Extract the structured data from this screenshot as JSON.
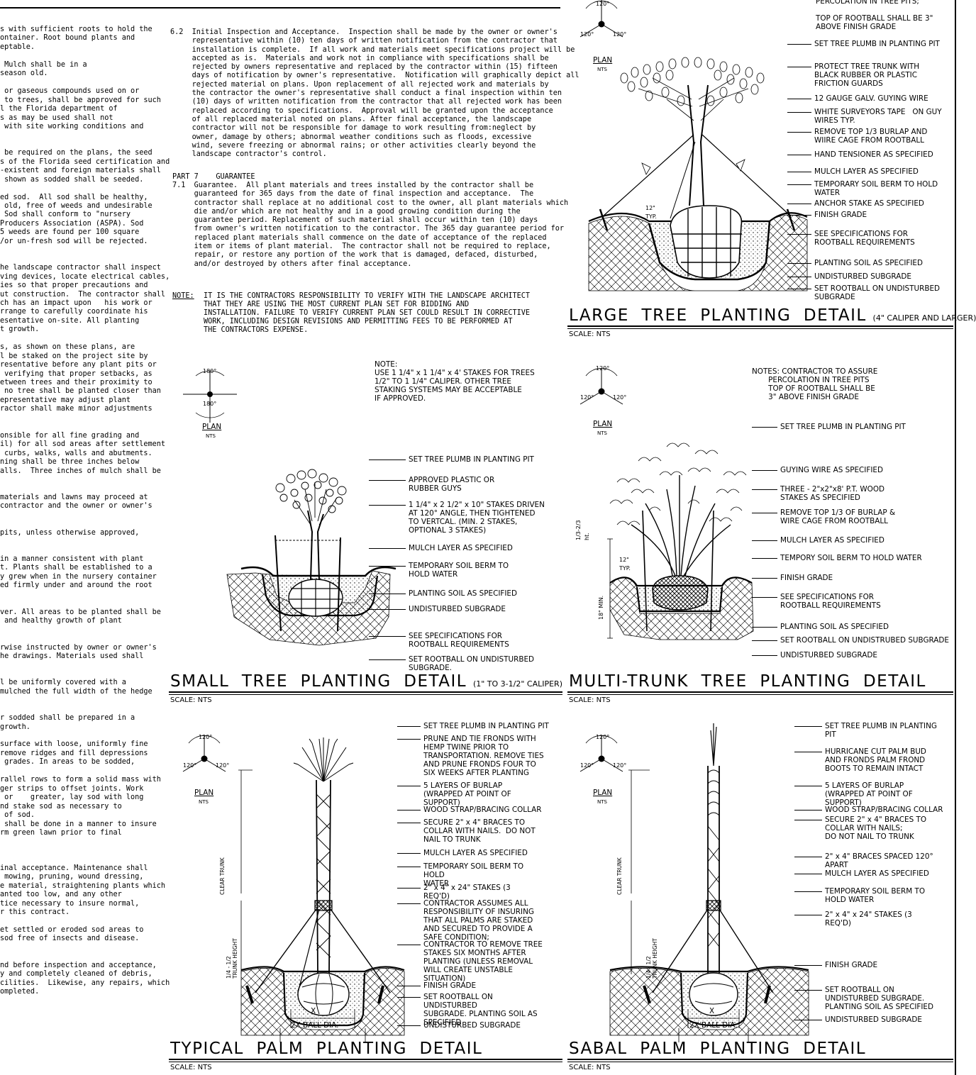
{
  "left_column": {
    "lines": [
      "s with sufficient roots to hold the",
      "ontainer. Root bound plants and",
      "eptable.",
      "",
      " Mulch shall be in a",
      "season old.",
      "",
      " or gaseous compounds used on or",
      " to trees, shall be approved for such",
      "l the Florida department of",
      "s as may be used shall not",
      " with site working conditions and",
      "",
      "",
      " be required on the plans, the seed",
      "s of the Florida seed certification and",
      "-existent and foreign materials shall",
      " shown as sodded shall be seeded.",
      "",
      "ed sod.  All sod shall be healthy,",
      " old, free of weeds and undesirable",
      " Sod shall conform to \"nursery",
      "Producers Association (ASPA). Sod",
      "5 weeds are found per 100 square",
      "/or un-fresh sod will be rejected.",
      "",
      "",
      "he landscape contractor shall inspect",
      "ving devices, locate electrical cables,",
      "ies so that proper precautions and",
      "ut construction.  The contractor shall",
      "ch has an impact upon   his work or",
      "rrange to carefully coordinate his",
      "esentative on-site. All planting",
      "t growth.",
      "",
      "s, as shown on these plans, are",
      "l be staked on the project site by",
      "resentative before any plant pits or",
      " verifying that proper setbacks, as",
      "etween trees and their proximity to",
      " no tree shall be planted closer than",
      "epresentative may adjust plant",
      "ractor shall make minor adjustments",
      "",
      "",
      "onsible for all fine grading and",
      "il) for all sod areas after settlement",
      " curbs, walks, walls and abutments.",
      "ning shall be three inches below",
      "alls.  Three inches of mulch shall be",
      "",
      "",
      "materials and lawns may proceed at",
      "contractor and the owner or owner's",
      "",
      "",
      "pits, unless otherwise approved,",
      "",
      "",
      "in a manner consistent with plant",
      "t. Plants shall be established to a",
      "y grew when in the nursery container",
      "ed firmly under and around the root",
      "",
      "",
      "ver. All areas to be planted shall be",
      " and healthy growth of plant",
      "",
      "",
      "rwise instructed by owner or owner's",
      "he drawings. Materials used shall",
      "",
      "",
      "l be uniformly covered with a",
      "mulched the full width of the hedge",
      "",
      "",
      "r sodded shall be prepared in a",
      "growth.",
      "",
      "surface with loose, uniformly fine",
      "remove ridges and fill depressions",
      " grades. In areas to be sodded,",
      "",
      "rallel rows to form a solid mass with",
      "ger strips to offset joints. Work",
      " or    greater, lay sod with long",
      "nd stake sod as necessary to",
      " of sod.",
      " shall be done in a manner to insure",
      "rm green lawn prior to final",
      "",
      "",
      "",
      "inal acceptance. Maintenance shall",
      " mowing, pruning, wound dressing,",
      "e material, straightening plants which",
      "anted too low, and any other",
      "tice necessary to insure normal,",
      "r this contract.",
      "",
      "et settled or eroded sod areas to",
      "sod free of insects and disease.",
      "",
      "",
      "nd before inspection and acceptance,",
      "y and completely cleaned of debris,",
      "cilities.  Likewise, any repairs, which",
      "ompleted."
    ]
  },
  "spec_text": {
    "para_6_2": [
      "6.2  Initial Inspection and Acceptance.  Inspection shall be made by the owner or owner's",
      "     representative within (10) ten days of written notification from the contractor that",
      "     installation is complete.  If all work and materials meet specifications project will be",
      "     accepted as is.  Materials and work not in compliance with specifications shall be",
      "     rejected by owners representative and replaced by the contractor within (15) fifteen",
      "     days of notification by owner's representative.  Notification will graphically depict all",
      "     rejected material on plans. Upon replacement of all rejected work and materials by",
      "     the contractor the owner's representative shall conduct a final inspection within ten",
      "     (10) days of written notification from the contractor that all rejected work has been",
      "     replaced according to specifications.  Approval will be granted upon the acceptance",
      "     of all replaced material noted on plans. After final acceptance, the landscape",
      "     contractor will not be responsible for damage to work resulting from:neglect by",
      "     owner, damage by others; abnormal weather conditions such as floods, excessive",
      "     wind, severe freezing or abnormal rains; or other activities clearly beyond the",
      "     landscape contractor's control."
    ],
    "part7_heading": "PART 7    GUARANTEE",
    "para_7_1": [
      "7.1  Guarantee.  All plant materials and trees installed by the contractor shall be",
      "     guaranteed for 365 days from the date of final inspection and acceptance.  The",
      "     contractor shall replace at no additional cost to the owner, all plant materials which",
      "     die and/or which are not healthy and in a good growing condition during the",
      "     guarantee period. Replacement of such material shall occur within ten (10) days",
      "     from owner's written notification to the contractor. The 365 day guarantee period for",
      "     replaced plant materials shall commence on the date of acceptance of the replaced",
      "     item or items of plant material.  The contractor shall not be required to replace,",
      "     repair, or restore any portion of the work that is damaged, defaced, disturbed,",
      "     and/or destroyed by others after final acceptance."
    ],
    "note_label": "NOTE:",
    "note_lines": [
      "IT IS THE CONTRACTORS RESPONSIBILITY TO VERIFY WITH THE LANDSCAPE ARCHITECT",
      "THAT THEY ARE USING THE MOST CURRENT PLAN SET FOR BIDDING AND",
      "INSTALLATION. FAILURE TO VERIFY CURRENT PLAN SET COULD RESULT IN CORRECTIVE",
      "WORK, INCLUDING DESIGN REVISIONS AND PERMITTING FEES TO BE PERFORMED AT",
      "THE CONTRACTORS EXPENSE."
    ]
  },
  "small_tree": {
    "title": "SMALL  TREE  PLANTING  DETAIL",
    "subtitle": "(1\" TO 3-1/2\" CALIPER)",
    "scale": "SCALE: NTS",
    "plan": "PLAN",
    "nts": "NTS",
    "angle_top": "180°",
    "angle_bottom": "180°",
    "note": "NOTE:\nUSE 1 1/4\" x 1 1/4\" x 4' STAKES FOR TREES\n1/2\" TO 1 1/4\" CALIPER. OTHER TREE\nSTAKING SYSTEMS MAY BE ACCEPTABLE\nIF APPROVED.",
    "callouts": [
      "SET TREE PLUMB IN PLANTING PIT",
      "APPROVED PLASTIC OR\nRUBBER GUYS",
      "1 1/4\" x 2 1/2\" x 10\" STAKES DRIVEN\nAT 120° ANGLE, THEN TIGHTENED\nTO VERTCAL. (MIN. 2 STAKES,\nOPTIONAL 3 STAKES)",
      "MULCH LAYER AS SPECIFIED",
      "TEMPORARY SOIL BERM TO\nHOLD WATER",
      "PLANTING SOIL AS SPECIFIED",
      "UNDISTURBED SUBGRADE",
      "SEE SPECIFICATIONS FOR\nROOTBALL REQUIREMENTS",
      "SET ROOTBALL ON UNDISTURBED\nSUBGRADE."
    ]
  },
  "large_tree": {
    "title": "LARGE  TREE  PLANTING  DETAIL",
    "subtitle": "(4\" CALIPER AND LARGER)",
    "scale": "SCALE: NTS",
    "plan": "PLAN",
    "nts": "NTS",
    "angle_top": "120°",
    "angle_left": "120°",
    "angle_right": "120°",
    "dim": "12\"\nTYP.",
    "callouts_top": "PERCOLATION IN TREE PITS;\n\nTOP OF ROOTBALL SHALL BE 3\"\nABOVE FINISH GRADE",
    "callouts": [
      "SET TREE PLUMB IN PLANTING PIT",
      "PROTECT TREE TRUNK WITH\nBLACK RUBBER OR PLASTIC\nFRICTION GUARDS",
      "12 GAUGE GALV. GUYING WIRE",
      "WHITE SURVEYORS TAPE   ON GUY\nWIRES TYP.",
      "REMOVE TOP 1/3 BURLAP AND\nWIIRE CAGE FROM ROOTBALL",
      "HAND TENSIONER AS SPECIFIED",
      "MULCH LAYER AS SPECIFIED",
      "TEMPORARY SOIL BERM TO HOLD\nWATER",
      "ANCHOR STAKE AS SPECIFIED",
      "FINISH GRADE",
      "SEE SPECIFICATIONS FOR\nROOTBALL REQUIREMENTS",
      "PLANTING SOIL AS SPECIFIED",
      "UNDISTURBED SUBGRADE",
      "SET ROOTBALL ON UNDISTURBED\nSUBGRADE"
    ]
  },
  "multi_trunk": {
    "title": "MULTI-TRUNK  TREE  PLANTING  DETAIL",
    "scale": "SCALE: NTS",
    "plan": "PLAN",
    "nts": "NTS",
    "angle_top": "120°",
    "angle_left": "120°",
    "angle_right": "120°",
    "notes": "NOTES: CONTRACTOR TO ASSURE\n       PERCOLATION IN TREE PITS\n       TOP OF ROOTBALL SHALL BE\n       3\" ABOVE FINISH GRADE",
    "dim_ht": "1/3-2/3\nht.",
    "dim_typ": "12\"\nTYP.",
    "dim_min": "18\" MIN.",
    "callouts": [
      "SET TREE PLUMB IN PLANTING PIT",
      "GUYING WIRE AS SPECIFIED",
      "THREE - 2\"x2\"x8' P.T. WOOD\nSTAKES AS SPECIFIED",
      "REMOVE TOP 1/3 OF BURLAP &\nWIRE CAGE FROM ROOTBALL",
      "MULCH LAYER AS SPECIFIED",
      "TEMPORY SOIL BERM TO HOLD WATER",
      "FINISH GRADE",
      "SEE SPECIFICATIONS FOR\nROOTBALL REQUIREMENTS",
      "PLANTING SOIL AS SPECIFIED",
      "SET ROOTBALL ON UNDISTRUBED SUBGRADE",
      "UNDISTURBED SUBGRADE"
    ]
  },
  "typical_palm": {
    "title": "TYPICAL  PALM  PLANTING  DETAIL",
    "scale": "SCALE: NTS",
    "plan": "PLAN",
    "nts": "NTS",
    "angle_top": "120°",
    "angle_left": "120°",
    "angle_right": "120°",
    "clear_trunk": "CLEAR TRUNK",
    "trunk_height": "1/4 - 1/2\nTRUNK HEIGHT",
    "x_label": "X",
    "ball_dia": "2X BALL DIA.",
    "callouts": [
      "SET TREE PLUMB IN PLANTING PIT",
      "PRUNE AND TIE FRONDS WITH\nHEMP TWINE PRIOR TO\nTRANSPORTATION. REMOVE TIES\nAND PRUNE FRONDS FOUR TO\nSIX WEEKS AFTER PLANTING",
      "5 LAYERS OF BURLAP\n(WRAPPED AT POINT OF\nSUPPORT)",
      "WOOD STRAP/BRACING COLLAR",
      "SECURE 2\" x 4\" BRACES TO\nCOLLAR WITH NAILS.  DO NOT\nNAIL TO TRUNK",
      "MULCH LAYER AS SPECIFIED",
      "TEMPORARY SOIL BERM TO\nHOLD\nWATER",
      "2\" x 4\" x 24\" STAKES (3\nREQ'D)",
      "CONTRACTOR ASSUMES ALL\nRESPONSIBILITY OF INSURING\nTHAT ALL PALMS ARE STAKED\nAND SECURED TO PROVIDE A\nSAFE CONDITION;",
      "CONTRACTOR TO REMOVE TREE\nSTAKES SIX MONTHS AFTER\nPLANTING (UNLESS REMOVAL\nWILL CREATE UNSTABLE\nSITUATION)",
      "FINISH GRADE",
      "SET ROOTBALL ON\nUNDISTURBED\nSUBGRADE. PLANTING SOIL AS\nSPECIFIED",
      "UNDISTURBED SUBGRADE"
    ]
  },
  "sabal_palm": {
    "title": "SABAL  PALM  PLANTING  DETAIL",
    "scale": "SCALE: NTS",
    "plan": "PLAN",
    "nts": "NTS",
    "angle_top": "120°",
    "angle_left": "120°",
    "angle_right": "120°",
    "clear_trunk": "CLEAR TRUNK",
    "trunk_height": "1/4 - 1/2\nTRUNK HEIGHT",
    "x_label": "X",
    "ball_dia": "2X BALL DIA.",
    "callouts": [
      "SET TREE PLUMB IN PLANTING\nPIT",
      "HURRICANE CUT PALM BUD\nAND FRONDS PALM FROND\nBOOTS TO REMAIN INTACT",
      "5 LAYERS OF BURLAP\n(WRAPPED AT POINT OF\nSUPPORT)",
      "WOOD STRAP/BRACING COLLAR",
      "SECURE 2\" x 4\" BRACES TO\nCOLLAR WITH NAILS;\nDO NOT NAIL TO TRUNK",
      "2\" x 4\" BRACES SPACED 120°\nAPART",
      "MULCH LAYER AS SPECIFIED",
      "TEMPORARY SOIL BERM TO\nHOLD WATER",
      "2\" x 4\" x 24\" STAKES (3\nREQ'D)",
      "FINISH GRADE",
      "SET ROOTBALL ON\nUNDISTURBED SUBGRADE.\nPLANTING SOIL AS SPECIFIED",
      "UNDISTURBED SUBGRADE"
    ]
  }
}
